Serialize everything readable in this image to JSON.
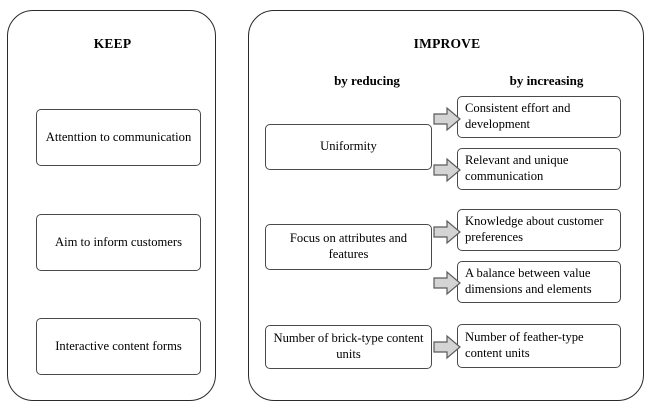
{
  "diagram": {
    "panels": {
      "keep": {
        "title": "KEEP",
        "items": [
          "Attenttion to communication",
          "Aim to inform customers",
          "Interactive content forms"
        ]
      },
      "improve": {
        "title": "IMPROVE",
        "columns": {
          "reducing": "by reducing",
          "increasing": "by increasing"
        },
        "reduce_items": [
          "Uniformity",
          "Focus on attributes and features",
          "Number of brick-type content units"
        ],
        "increase_items": [
          "Consistent effort and development",
          "Relevant and unique communication",
          "Knowledge about customer preferences",
          "A balance between value dimensions and elements",
          "Number of feather-type content units"
        ],
        "arrow_icon": "block-arrow-right-icon",
        "arrow_count": 5
      }
    },
    "colors": {
      "panel_border": "#2b2b2b",
      "box_border": "#4a4a4a",
      "arrow_fill": "#d4d4d4",
      "arrow_stroke": "#5a5a5a",
      "text": "#000000",
      "background": "#ffffff"
    }
  }
}
